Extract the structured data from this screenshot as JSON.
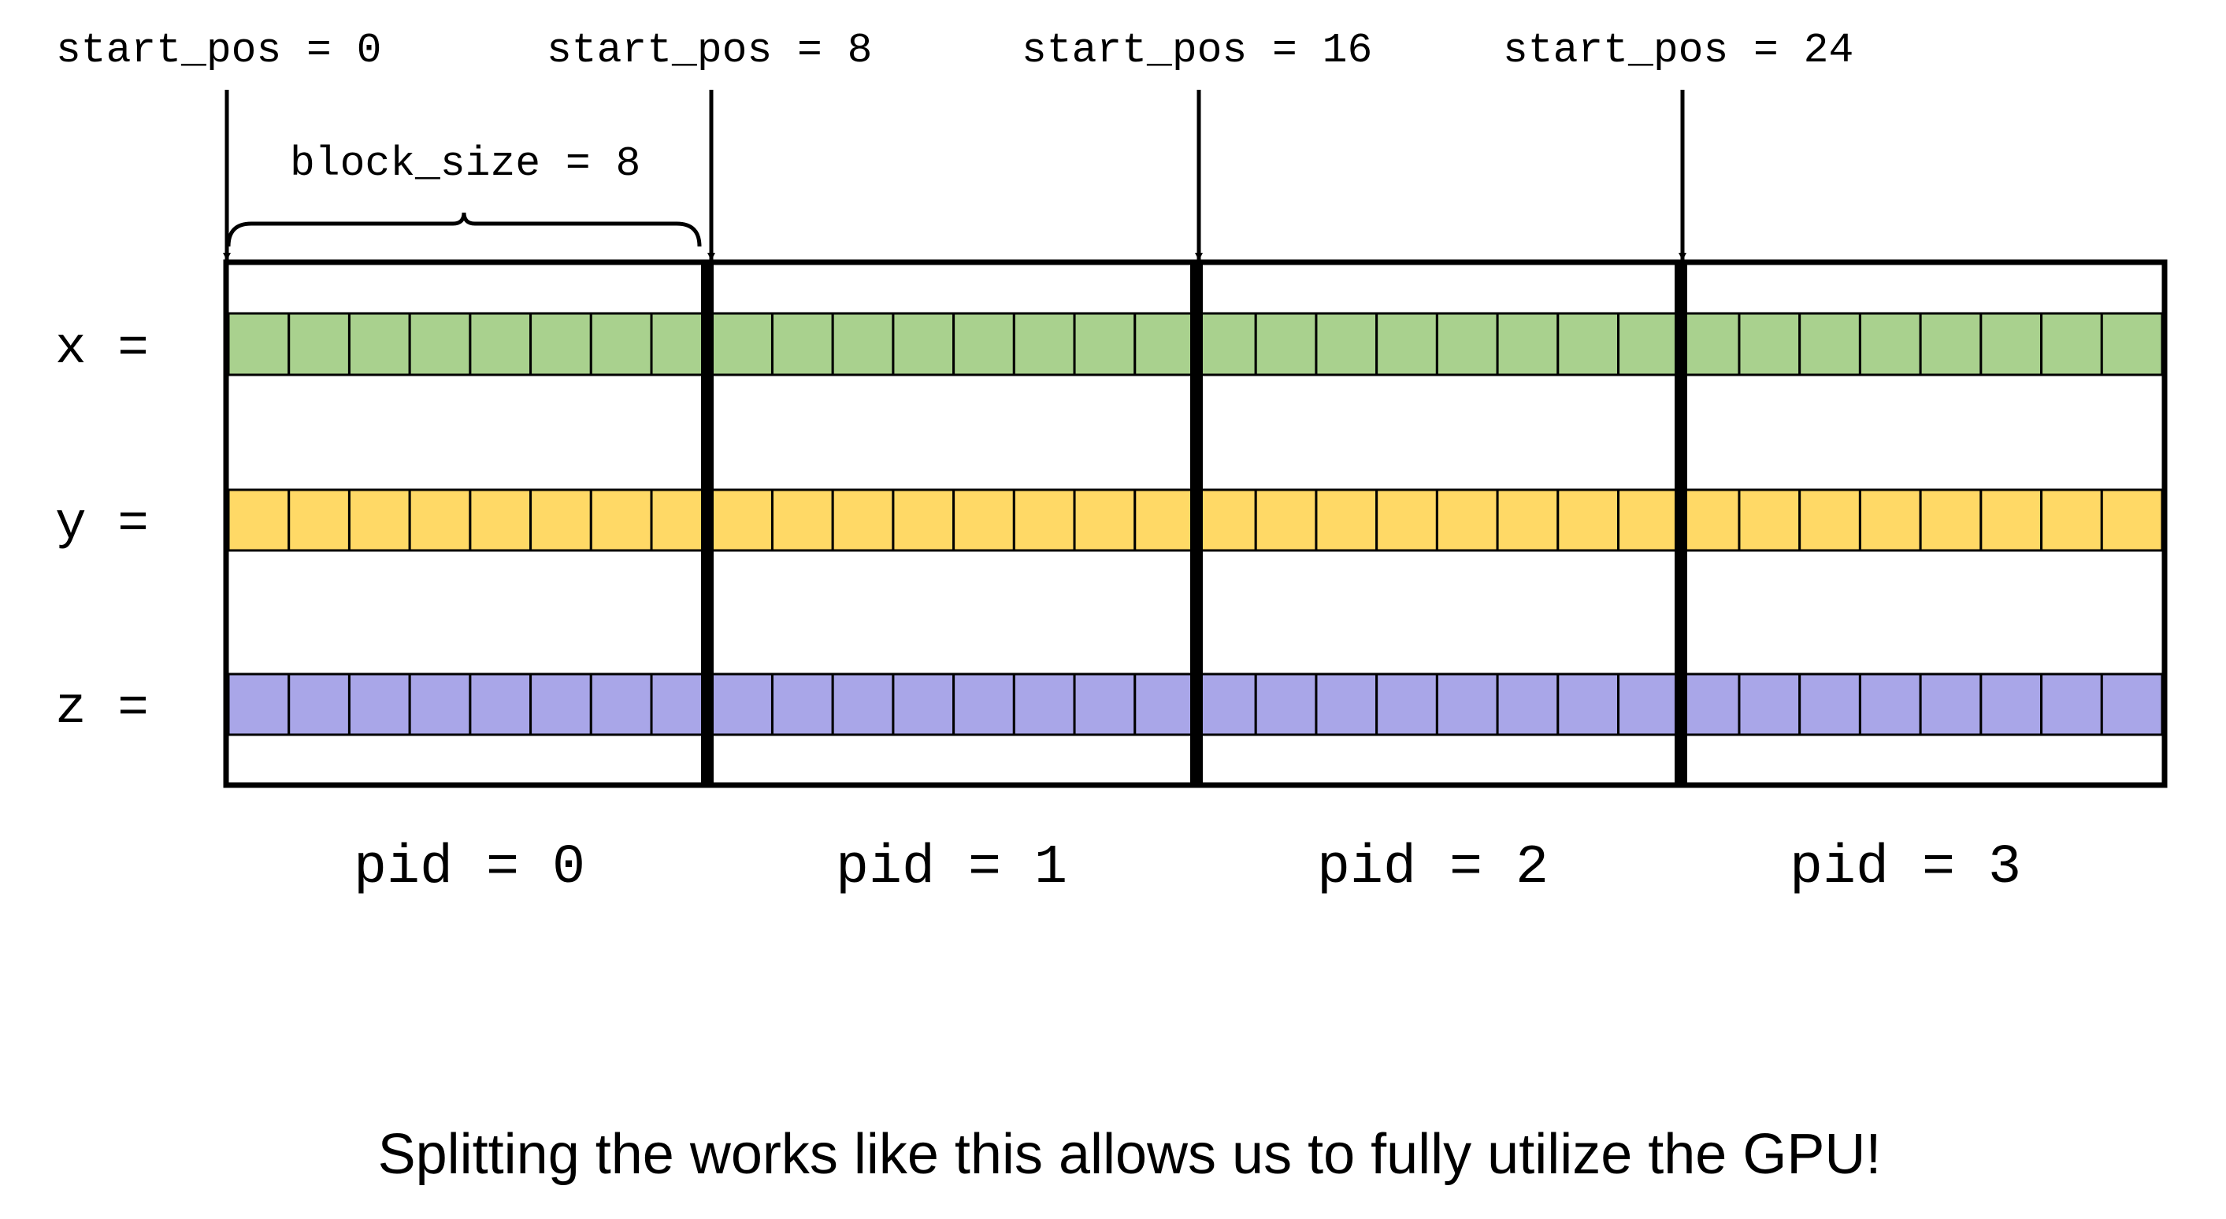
{
  "start_labels": [
    "start_pos = 0",
    "start_pos = 8",
    "start_pos = 16",
    "start_pos = 24"
  ],
  "block_size_label": "block_size = 8",
  "rows": [
    {
      "label": "x =",
      "color": "#a9d18e"
    },
    {
      "label": "y =",
      "color": "#ffd966"
    },
    {
      "label": "z =",
      "color": "#a9a6e8"
    }
  ],
  "pid_labels": [
    "pid = 0",
    "pid = 1",
    "pid = 2",
    "pid = 3"
  ],
  "caption": "Splitting the works like this allows us to fully utilize the GPU!",
  "cells_per_block": 8,
  "block_count": 4
}
